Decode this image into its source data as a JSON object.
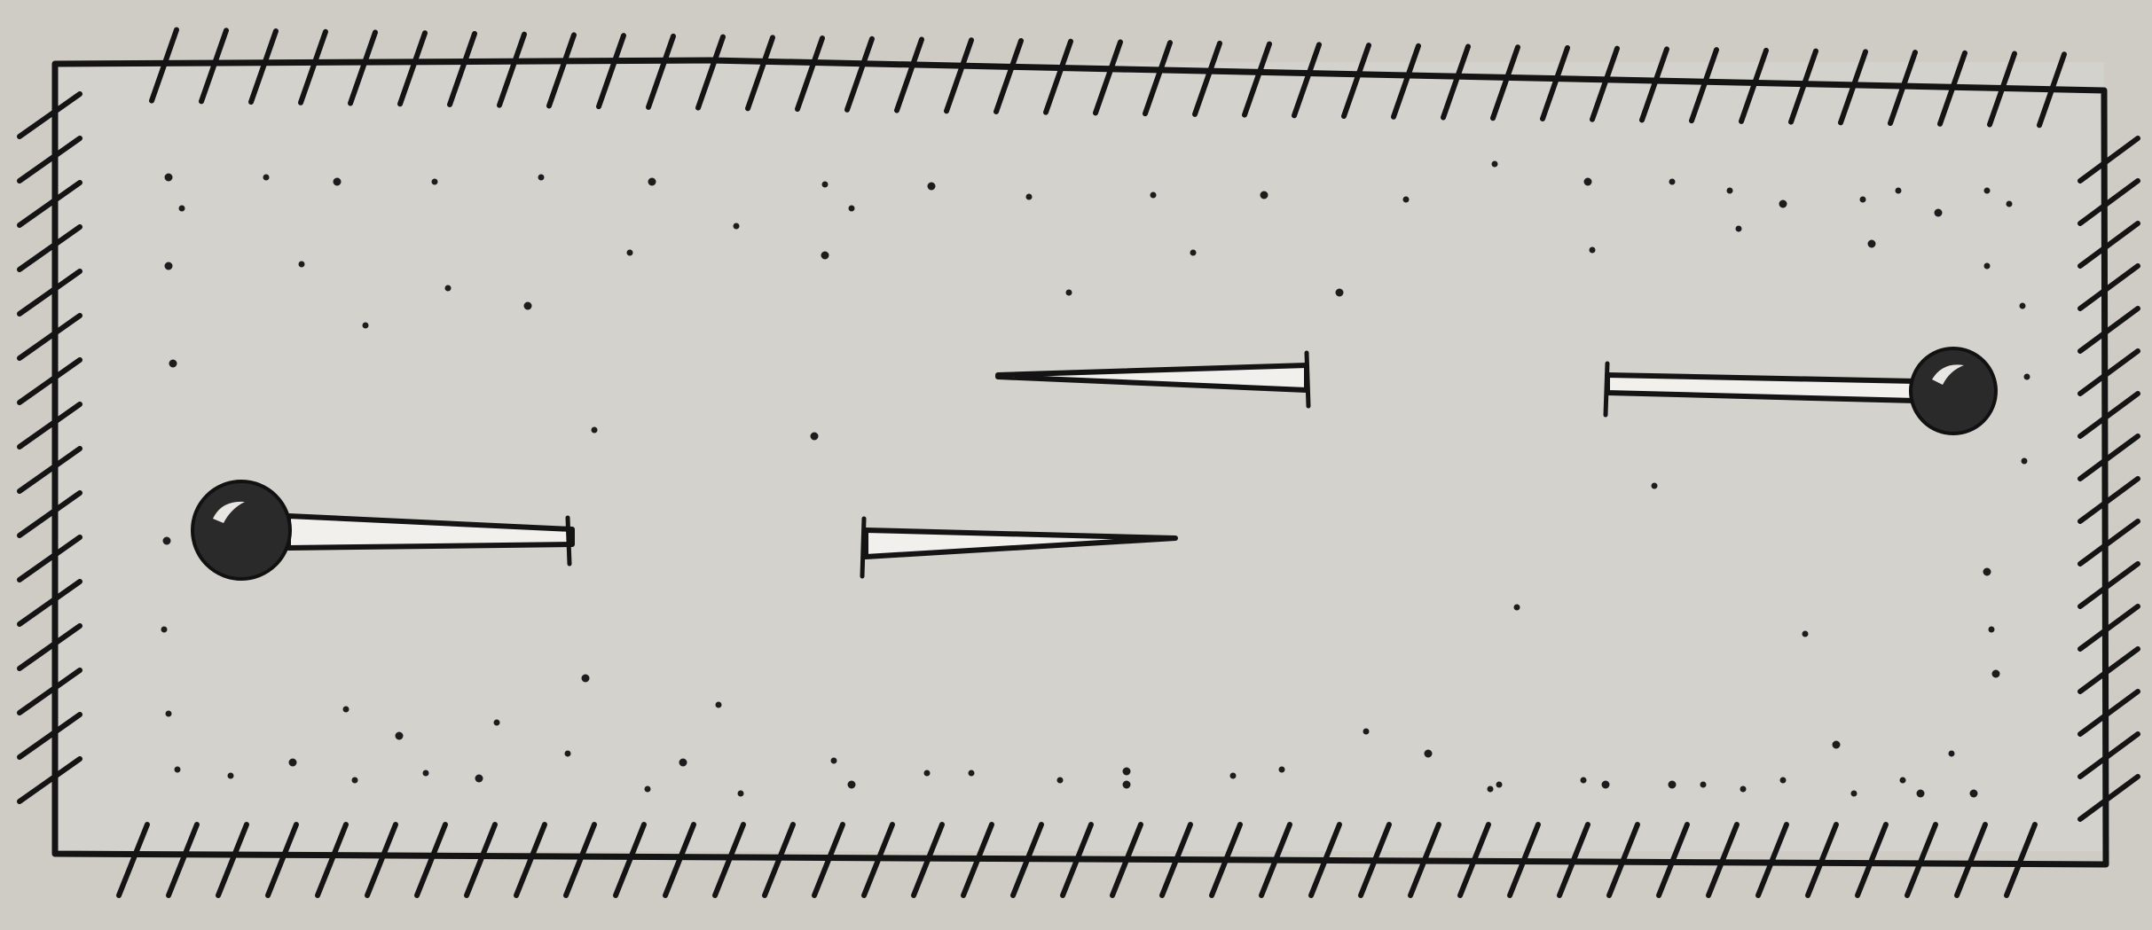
{
  "figure": {
    "kind": "hand-drawn schematic",
    "colors": {
      "paper": "#cfccc6",
      "ink": "#141414",
      "ball": "#2a2a2a",
      "highlight": "#e8e6e2"
    },
    "boundary": {
      "shape": "rectangle",
      "style": "hatched wall on all four sides"
    },
    "elements": [
      {
        "type": "ball-on-rod",
        "name": "ball-rod-left",
        "ball_side": "left"
      },
      {
        "type": "rod",
        "name": "rod-center-upper"
      },
      {
        "type": "rod",
        "name": "rod-center-lower"
      },
      {
        "type": "ball-on-rod",
        "name": "ball-rod-right",
        "ball_side": "right"
      }
    ],
    "background": "scattered dots"
  }
}
